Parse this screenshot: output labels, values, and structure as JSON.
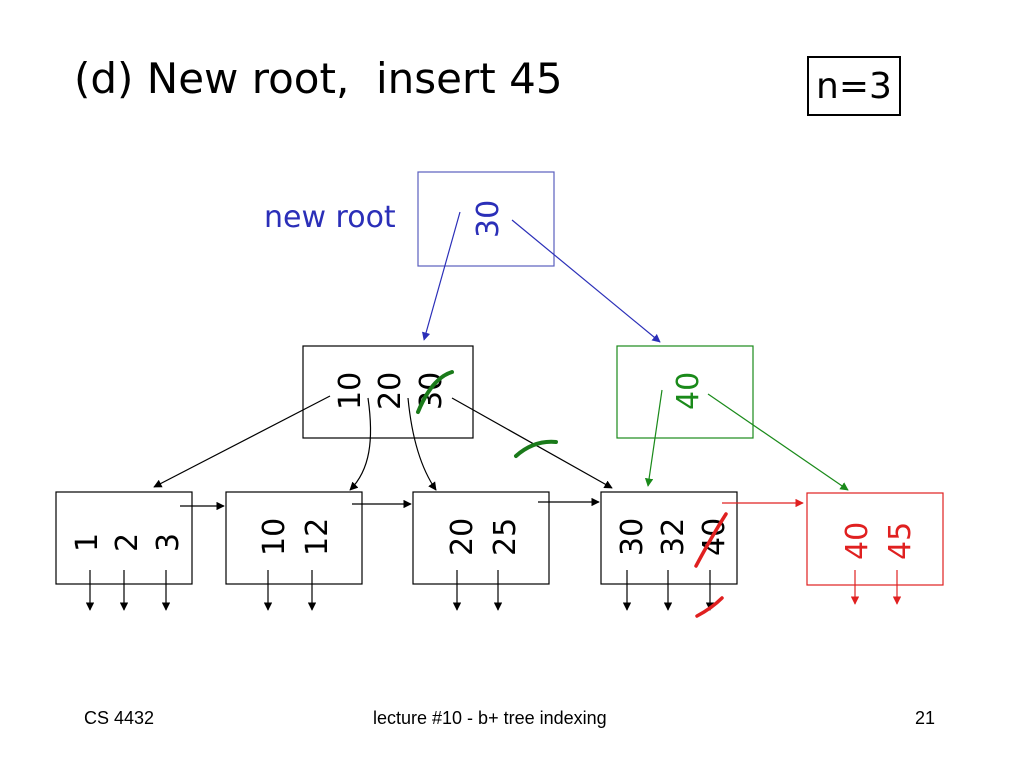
{
  "slide": {
    "title": "(d) New root,  insert 45",
    "param": "n=3",
    "new_root_label": "new root"
  },
  "footer": {
    "course": "CS 4432",
    "lecture": "lecture #10 -  b+ tree indexing",
    "page": "21"
  },
  "colors": {
    "root": "#2b2fb8",
    "new_internal": "#1a8a1a",
    "new_leaf": "#e02020",
    "mark_green": "#1a7a1a",
    "mark_red": "#e02020"
  },
  "tree": {
    "root": {
      "keys": [
        "30"
      ]
    },
    "internal_left": {
      "keys": [
        "10",
        "20",
        "30"
      ]
    },
    "internal_right": {
      "keys": [
        "40"
      ]
    },
    "leaves": [
      {
        "keys": [
          "1",
          "2",
          "3"
        ]
      },
      {
        "keys": [
          "10",
          "12"
        ]
      },
      {
        "keys": [
          "20",
          "25"
        ]
      },
      {
        "keys": [
          "30",
          "32",
          "40"
        ]
      },
      {
        "keys": [
          "40",
          "45"
        ]
      }
    ]
  }
}
